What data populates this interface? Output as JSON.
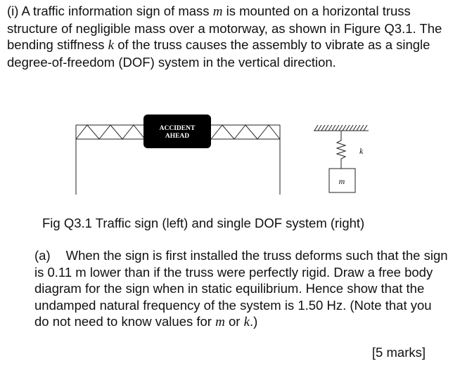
{
  "intro": {
    "label": "(i)",
    "seg1": " A traffic information sign of mass ",
    "var_m": "m",
    "seg2": " is mounted on a horizontal truss structure of negligible mass over a motorway, as shown in Figure Q3.1. The bending stiffness ",
    "var_k": "k",
    "seg3": " of the truss causes the assembly to vibrate as a single degree-of-freedom (DOF) system in the vertical direction."
  },
  "figure": {
    "sign_line1": "ACCIDENT",
    "sign_line2": "AHEAD",
    "spring_label": "k",
    "mass_label": "m"
  },
  "caption": "Fig Q3.1 Traffic sign (left) and single DOF system (right)",
  "part_a": {
    "label": "(a)",
    "seg1": "When the sign is first installed the truss deforms such that the sign is 0.11 m lower than if the truss were perfectly rigid. Draw a free body diagram for the sign when in static equilibrium. Hence show that the undamped natural frequency of the system is 1.50 Hz. (Note that you do not need to know values for ",
    "var_m": "m",
    "seg2": " or ",
    "var_k": "k",
    "seg3": ".)"
  },
  "marks": "[5 marks]"
}
